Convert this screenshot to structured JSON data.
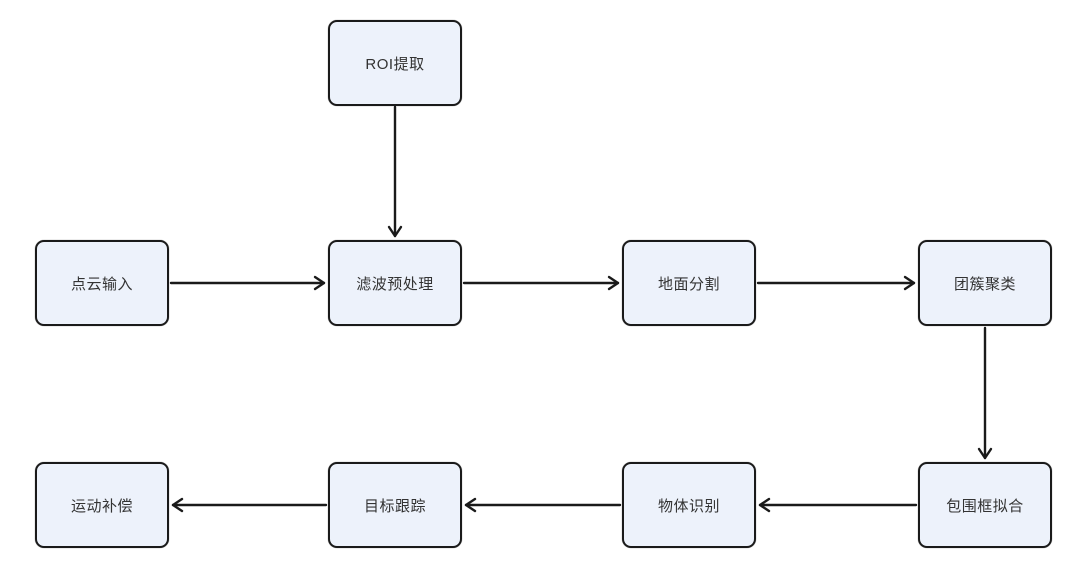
{
  "diagram": {
    "nodes": [
      {
        "id": "roi-extraction",
        "label": "ROI提取"
      },
      {
        "id": "point-cloud-input",
        "label": "点云输入"
      },
      {
        "id": "filter-preprocess",
        "label": "滤波预处理"
      },
      {
        "id": "ground-segmentation",
        "label": "地面分割"
      },
      {
        "id": "cluster-clustering",
        "label": "团簇聚类"
      },
      {
        "id": "bounding-box-fitting",
        "label": "包围框拟合"
      },
      {
        "id": "object-recognition",
        "label": "物体识别"
      },
      {
        "id": "target-tracking",
        "label": "目标跟踪"
      },
      {
        "id": "motion-compensation",
        "label": "运动补偿"
      }
    ],
    "edges": [
      {
        "from": "ROI提取",
        "to": "滤波预处理",
        "direction": "down"
      },
      {
        "from": "点云输入",
        "to": "滤波预处理",
        "direction": "right"
      },
      {
        "from": "滤波预处理",
        "to": "地面分割",
        "direction": "right"
      },
      {
        "from": "地面分割",
        "to": "团簇聚类",
        "direction": "right"
      },
      {
        "from": "团簇聚类",
        "to": "包围框拟合",
        "direction": "down"
      },
      {
        "from": "包围框拟合",
        "to": "物体识别",
        "direction": "left"
      },
      {
        "from": "物体识别",
        "to": "目标跟踪",
        "direction": "left"
      },
      {
        "from": "目标跟踪",
        "to": "运动补偿",
        "direction": "left"
      }
    ],
    "colors": {
      "node_fill": "#edf2fb",
      "node_border": "#1a1a1a",
      "arrow": "#1a1a1a",
      "text": "#333333",
      "background": "#ffffff"
    }
  }
}
